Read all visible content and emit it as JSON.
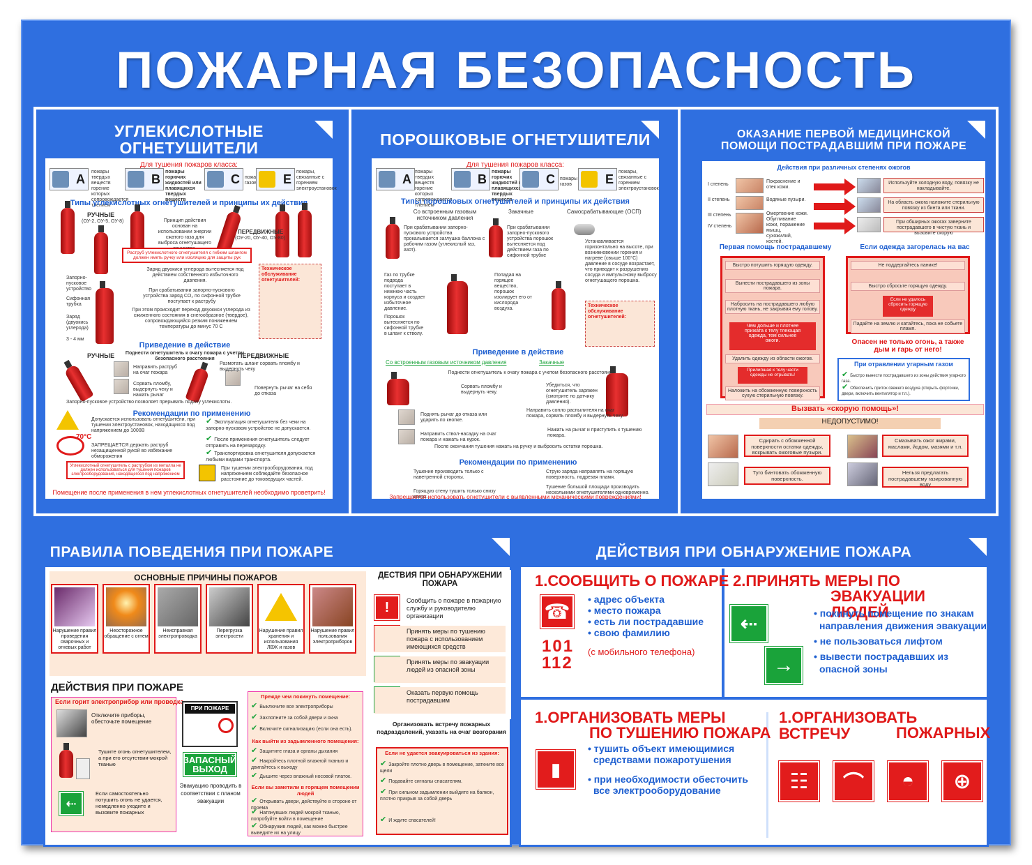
{
  "title": "ПОЖАРНАЯ БЕЗОПАСНОСТЬ",
  "posters": {
    "co2": {
      "title": "УГЛЕКИСЛОТНЫЕ ОГНЕТУШИТЕЛИ",
      "classes_head": "Для тушения пожаров класса:",
      "classes": [
        {
          "letter": "A",
          "text": "пожары твердых веществ горение которых сопровождается тлением"
        },
        {
          "letter": "B",
          "text": "пожары горючих жидкостей или плавящихся твердых веществ"
        },
        {
          "letter": "C",
          "text": "пожары газов"
        },
        {
          "letter": "E",
          "text": "пожары, связанные с горением электроустановок"
        }
      ],
      "types_head": "Типы углекислотных огнетушителей и принципы их действия",
      "manual": "РУЧНЫЕ",
      "manual_models": "(ОУ-2, ОУ-5, ОУ-8)",
      "mobile": "ПЕРЕДВИЖНЫЕ",
      "mobile_models": "(ОУ-20, ОУ-40, ОУ-80)",
      "principle": "Принцип действия основан на использовании энергии сжатого газа для выброса огнетушащего вещества.",
      "warn": "Раструб углекислотного огнетушителя с гибким шлангом должен иметь ручку или изоляцию для защиты рук",
      "labels": [
        "Запорно-пусковое устройство",
        "Сифонная трубка",
        "Заряд (двуокись углерода)",
        "3 - 4 мм"
      ],
      "maint_head": "Техническое обслуживание огнетушителей:",
      "action_head": "Приведение в действие",
      "action_sub": "Поднести огнетушитель к очагу пожара с учетом безопасного расстояния",
      "manual2": "РУЧНЫЕ",
      "mobile2": "ПЕРЕДВИЖНЫЕ",
      "steps": [
        "Направить раструб на очаг пожара",
        "Сорвать пломбу, выдернуть чеку и нажать рычаг",
        "Размотать шланг сорвать пломбу и выдернуть чеку",
        "Повернуть рычаг на себя до отказа"
      ],
      "valve_note": "Запорно-пусковое устройство позволяет прерывать подачу углекислоты.",
      "rec_head": "Рекомендации по применению",
      "voltage": "Допускается использовать огнетушители, при тушении электроустановок, находящихся под напряжением до 1000В",
      "temp": "70°C",
      "forbid": "ЗАПРЕЩАЕТСЯ держать раструб незащищенной рукой во избежание обморожения",
      "bottom_warn": "Помещение после применения в нем углекислотных огнетушителей необходимо проветрить!"
    },
    "powder": {
      "title": "ПОРОШКОВЫЕ ОГНЕТУШИТЕЛИ",
      "classes_head": "Для тушения пожаров класса:",
      "types_head": "Типы порошковых огнетушителей и принципы их действия",
      "type1": "Со встроенным газовым источником давления",
      "type2": "Закачные",
      "type3": "Самосрабатывающие (ОСП)",
      "action_head": "Приведение в действие",
      "action_sub1": "Со встроенным газовым источником давления",
      "action_sub2": "Закачные",
      "rec_head": "Рекомендации по применению",
      "bottom_warn": "Запрещается использовать огнетушители с выявленными механическими повреждениями!"
    },
    "aid": {
      "title": "ОКАЗАНИЕ ПЕРВОЙ МЕДИЦИНСКОЙ ПОМОЩИ ПОСТРАДАВШИМ ПРИ ПОЖАРЕ",
      "burns_head": "Действия при различных степенях ожогов",
      "degrees": [
        "I степень",
        "II степень",
        "III степень",
        "IV степень"
      ],
      "burn_actions": [
        "Используйте холодную воду, повязку не накладывайте.",
        "На область ожога наложите стерильную повязку из бинта или ткани.",
        "При обширных ожогах заверните пострадавшего в чистую ткань и вызовите скорую"
      ],
      "first_aid": "Первая помощь пострадавшему",
      "clothes": "Если одежда загорелась на вас",
      "danger": "Опасен не только огонь, а также дым и гарь от него!",
      "co_head": "При отравлении угарным газом",
      "call": "Вызвать «скорую помощь»!",
      "forbidden": "НЕДОПУСТИМО!",
      "bad": [
        "Сдирать с обожженной поверхности остатки одежды, вскрывать ожоговые пузыри.",
        "Смазывать ожог жирами, маслами, йодом, мазями и т.п.",
        "Туго бинтовать обожженную поверхность.",
        "Нельзя предлагать пострадавшему газированную воду"
      ]
    },
    "rules": {
      "title": "ПРАВИЛА ПОВЕДЕНИЯ ПРИ ПОЖАРЕ",
      "causes_head": "ОСНОВНЫЕ ПРИЧИНЫ ПОЖАРОВ",
      "causes": [
        "Нарушение правил проведения сварочных и огневых работ",
        "Неосторожное обращение с огнем",
        "Неисправная электропроводка",
        "Перегрузка электросети",
        "Нарушение правил хранения и использования ЛВЖ и газов",
        "Нарушение правил пользования электроприборов"
      ],
      "detect_head": "ДЕСТВИЯ ПРИ ОБНАРУЖЕНИИ ПОЖАРА",
      "detect": [
        "Сообщить о пожаре в пожарную службу и руководителю организации",
        "Принять меры по тушению пожара с использованием имеющихся средств",
        "Принять меры по эвакуации людей из опасной зоны",
        "Оказать первую помощь пострадавшим"
      ],
      "detect_note": "Организовать встречу пожарных подразделений, указать на очаг возгорания",
      "actions_head": "ДЕЙСТВИЯ ПРИ ПОЖАРЕ",
      "electric_head": "Если горит электроприбор или проводка",
      "electric": [
        "Отключите приборы, обесточьте помещение",
        "Тушите огонь огнетушителем, а при его отсутствии-мокрой тканью",
        "Если самостоятельно потушить огонь не удается, немедленно уходите и вызовите пожарных"
      ],
      "sign_fire": "ПРИ ПОЖАРЕ",
      "exit": "ЗАПАСНЫЙ ВЫХОД",
      "evac_note": "Эвакуацию проводить в соответствии с планом эвакуации",
      "before_head": "Прежде чем покинуть помещение:",
      "before": [
        "Выключите все электроприборы",
        "Захлопните за собой двери и окна",
        "Включите сигнализацию (если она есть)."
      ],
      "smoke_head": "Как выйти из задымленного помещения:",
      "smoke": [
        "Защитите глаза и органы дыхания",
        "Накройтесь плотной влажной тканью и двигайтесь к выходу",
        "Дышите через влажный носовой платок."
      ],
      "corridor_head": "Если вы заметили в горящем помещении людей",
      "corridor": [
        "Открывать двери, действуйте в стороне от проема",
        "Натянувших людей мокрой тканью, попробуйте войти в помещение",
        "Обнаружив людей, как можно быстрее выведите их на улицу"
      ],
      "trapped_head": "Если не удается эвакуироваться из здания:",
      "trapped": [
        "Закройте плотно дверь в помещение, заткните все щели",
        "Подавайте сигналы спасателям.",
        "При сильном задымлении выйдите на балкон, плотно прикрыв за собой дверь",
        "И ждите спасателей!"
      ]
    },
    "detect": {
      "title": "ДЕЙСТВИЯ ПРИ ОБНАРУЖЕНИЕ ПОЖАРА",
      "h1": "1.СООБЩИТЬ О ПОЖАРЕ",
      "h1_items": [
        "• адрес объекта",
        "• место пожара",
        "• есть ли пострадавшие",
        "• свою фамилию"
      ],
      "num1": "101",
      "num2": "112",
      "mobile": "(с мобильного телефона)",
      "h2a": "2.ПРИНЯТЬ МЕРЫ ПО",
      "h2b": "ЭВАКУАЦИИ ЛЮДЕЙ",
      "h2_items": [
        "• покинуть помещение по знакам",
        "направления движения эвакуации",
        "• не пользоваться лифтом",
        "• вывести пострадавших из",
        "опасной зоны"
      ],
      "h3a": "1.ОРГАНИЗОВАТЬ МЕРЫ",
      "h3b": "ПО ТУШЕНИЮ ПОЖАРА",
      "h3_items": [
        "• тушить объект имеющимися",
        "средствами пожаротушения",
        "• при необходимости обесточить",
        "все электрооборудование"
      ],
      "h4a": "1.ОРГАНИЗОВАТЬ ВСТРЕЧУ",
      "h4b": "ПОЖАРНЫХ"
    }
  },
  "colors": {
    "blue": "#2f6fe0",
    "red": "#e01919",
    "green": "#1aa33a"
  }
}
